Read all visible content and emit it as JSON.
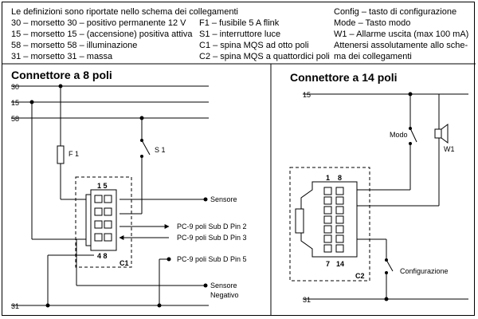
{
  "legend": {
    "col1": [
      "Le definizioni sono riportate nello schema dei collegamenti",
      "30 – morsetto 30 – positivo permanente 12 V",
      "15 – morsetto 15 – (accensione) positiva attiva",
      "58 – morsetto 58 – illuminazione",
      "31 – morsetto 31 – massa"
    ],
    "col2": [
      "F1 – fusibile 5 A flink",
      "S1 – interruttore luce",
      "C1 – spina MQS ad otto poli",
      "C2 – spina MQS a quattordici poli"
    ],
    "col3": [
      "Config – tasto di configurazione",
      "Mode – Tasto modo",
      "W1 – Allarme uscita (max 100 mA)",
      "Attenersi assolutamente allo sche-",
      "ma dei collegamenti"
    ]
  },
  "left": {
    "title": "Connettore a 8 poli",
    "terminal_30": "30",
    "terminal_15": "15",
    "terminal_58": "58",
    "terminal_31": "31",
    "fuse_label": "F 1",
    "switch_label": "S 1",
    "pins_top": "1 5",
    "pins_bottom": "4 8",
    "connector_label": "C1",
    "sensore": "Sensore",
    "pc_pin2": "PC-9 poli Sub D Pin 2",
    "pc_pin3": "PC-9 poli Sub D Pin 3",
    "pc_pin5": "PC-9 poli Sub D Pin 5",
    "sensore_neg_1": "Sensore",
    "sensore_neg_2": "Negativo"
  },
  "right": {
    "title": "Connettore a 14 poli",
    "terminal_15": "15",
    "terminal_31": "31",
    "modo_label": "Modo",
    "w1_label": "W1",
    "pin_1": "1",
    "pin_8": "8",
    "pin_7": "7",
    "pin_14": "14",
    "connector_label": "C2",
    "config_label": "Configurazione"
  }
}
